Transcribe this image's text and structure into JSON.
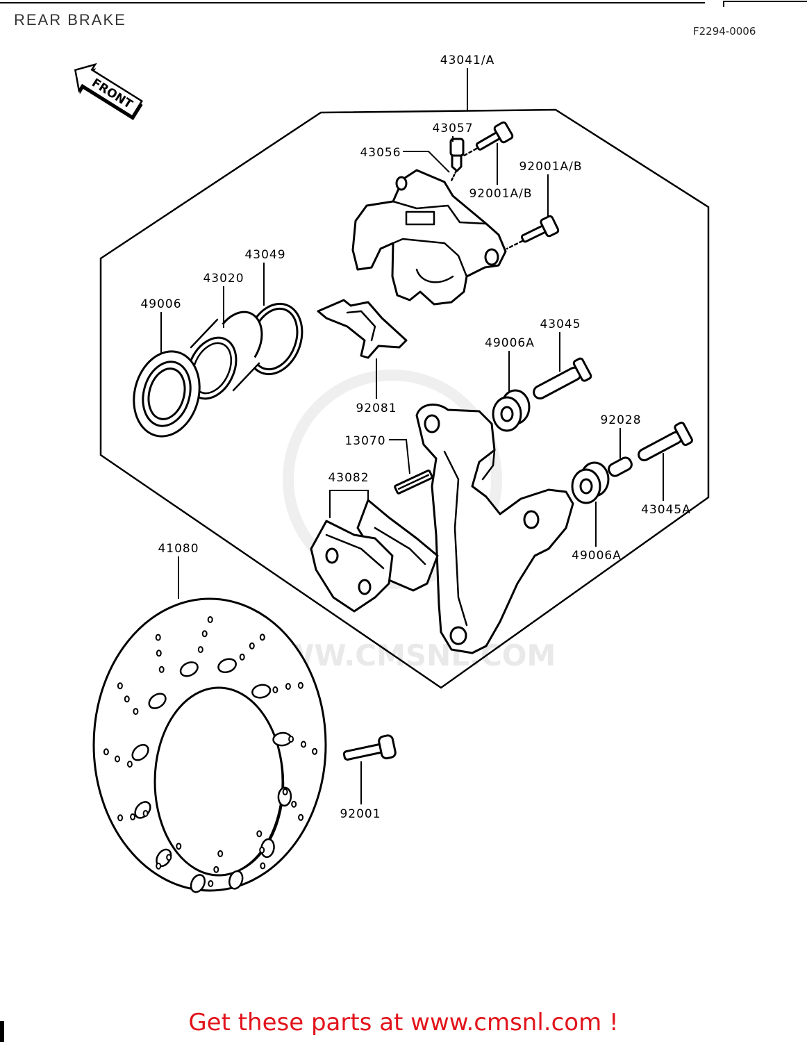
{
  "header": {
    "title": "REAR BRAKE",
    "figure_code": "F2294-0006"
  },
  "direction_marker": {
    "label": "FRONT"
  },
  "callouts": [
    {
      "part_no": "43041/A"
    },
    {
      "part_no": "43057"
    },
    {
      "part_no": "43056"
    },
    {
      "part_no": "92001A/B"
    },
    {
      "part_no": "92001A/B"
    },
    {
      "part_no": "43049"
    },
    {
      "part_no": "43020"
    },
    {
      "part_no": "49006"
    },
    {
      "part_no": "43045"
    },
    {
      "part_no": "49006A"
    },
    {
      "part_no": "92081"
    },
    {
      "part_no": "92028"
    },
    {
      "part_no": "13070"
    },
    {
      "part_no": "43082"
    },
    {
      "part_no": "43045A"
    },
    {
      "part_no": "49006A"
    },
    {
      "part_no": "41080"
    },
    {
      "part_no": "92001"
    }
  ],
  "watermark": {
    "text": "WWW.CMSNL.COM"
  },
  "footer": {
    "text": "Get these parts at www.cmsnl.com !"
  },
  "colors": {
    "footer_text": "#e2131b",
    "line_art": "#000000",
    "background": "#ffffff"
  }
}
